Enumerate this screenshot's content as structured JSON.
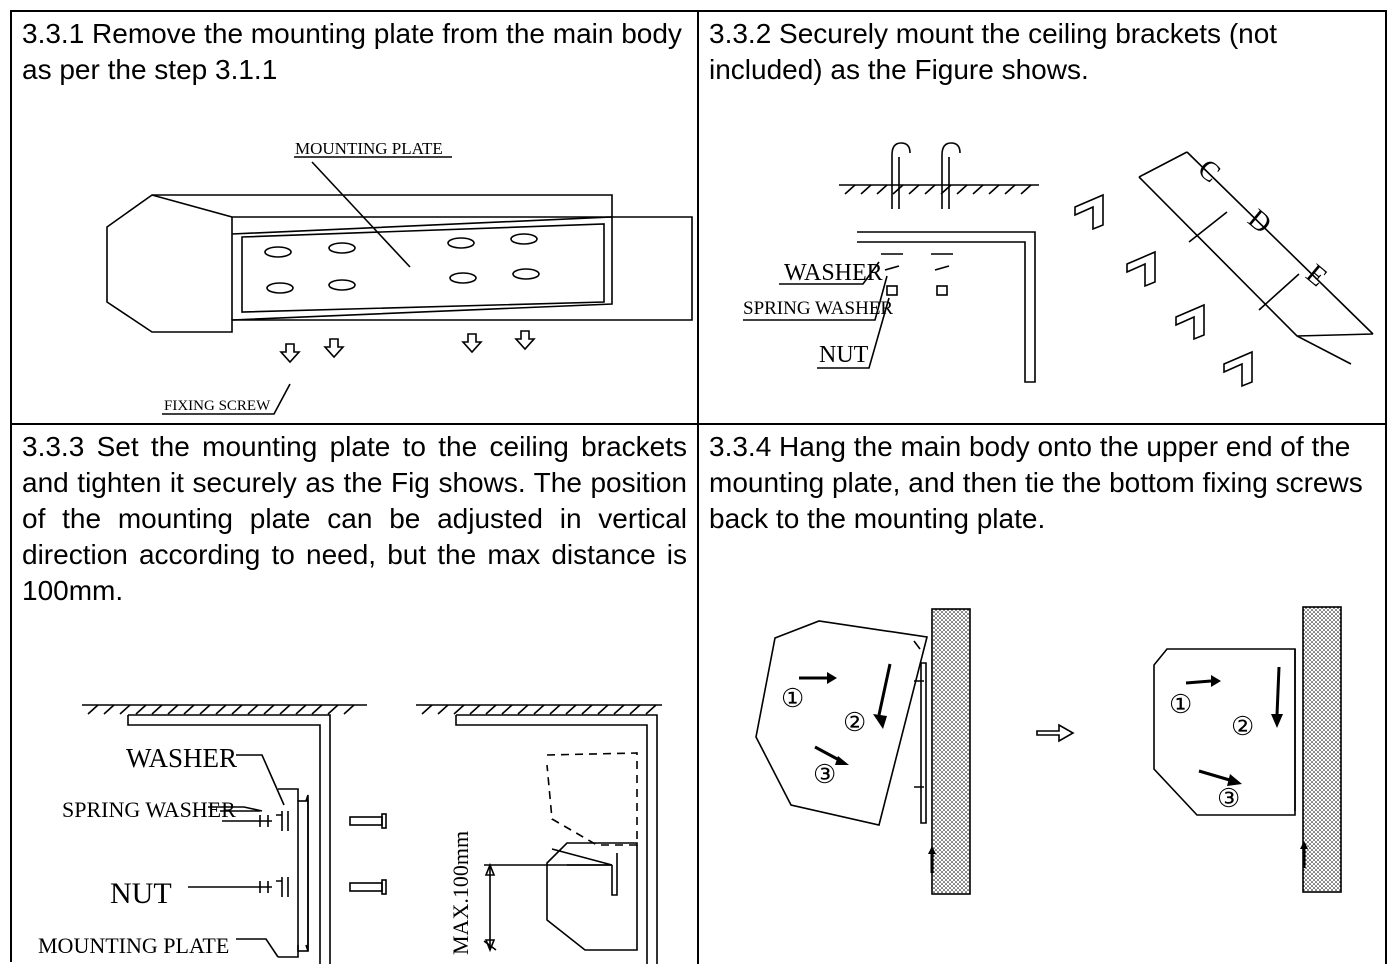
{
  "steps": [
    {
      "text": "3.3.1 Remove the mounting plate from the main body as per the step 3.1.1"
    },
    {
      "text": "3.3.2 Securely mount the ceiling brackets (not included) as the Figure shows."
    },
    {
      "text": "3.3.3 Set the mounting plate to the ceiling brackets and tighten it securely as the Fig shows. The position of the mounting plate can be adjusted in vertical direction according to need, but the max distance is 100mm."
    },
    {
      "text": "3.3.4 Hang the main body onto the upper end of the mounting plate, and then tie the bottom fixing screws back to the mounting plate."
    }
  ],
  "fig1": {
    "mounting_plate": "MOUNTING PLATE",
    "fixing_screw": "FIXING SCREW"
  },
  "fig2": {
    "washer": "WASHER",
    "spring_washer": "SPRING WASHER",
    "nut": "NUT",
    "c": "C",
    "d": "D",
    "e": "E"
  },
  "fig3": {
    "washer": "WASHER",
    "spring_washer": "SPRING WASHER",
    "nut": "NUT",
    "mounting_plate": "MOUNTING PLATE",
    "max": "MAX.100mm"
  },
  "fig4": {
    "n1": "①",
    "n2": "②",
    "n3": "③",
    "m1": "①",
    "m2": "②",
    "m3": "③"
  }
}
